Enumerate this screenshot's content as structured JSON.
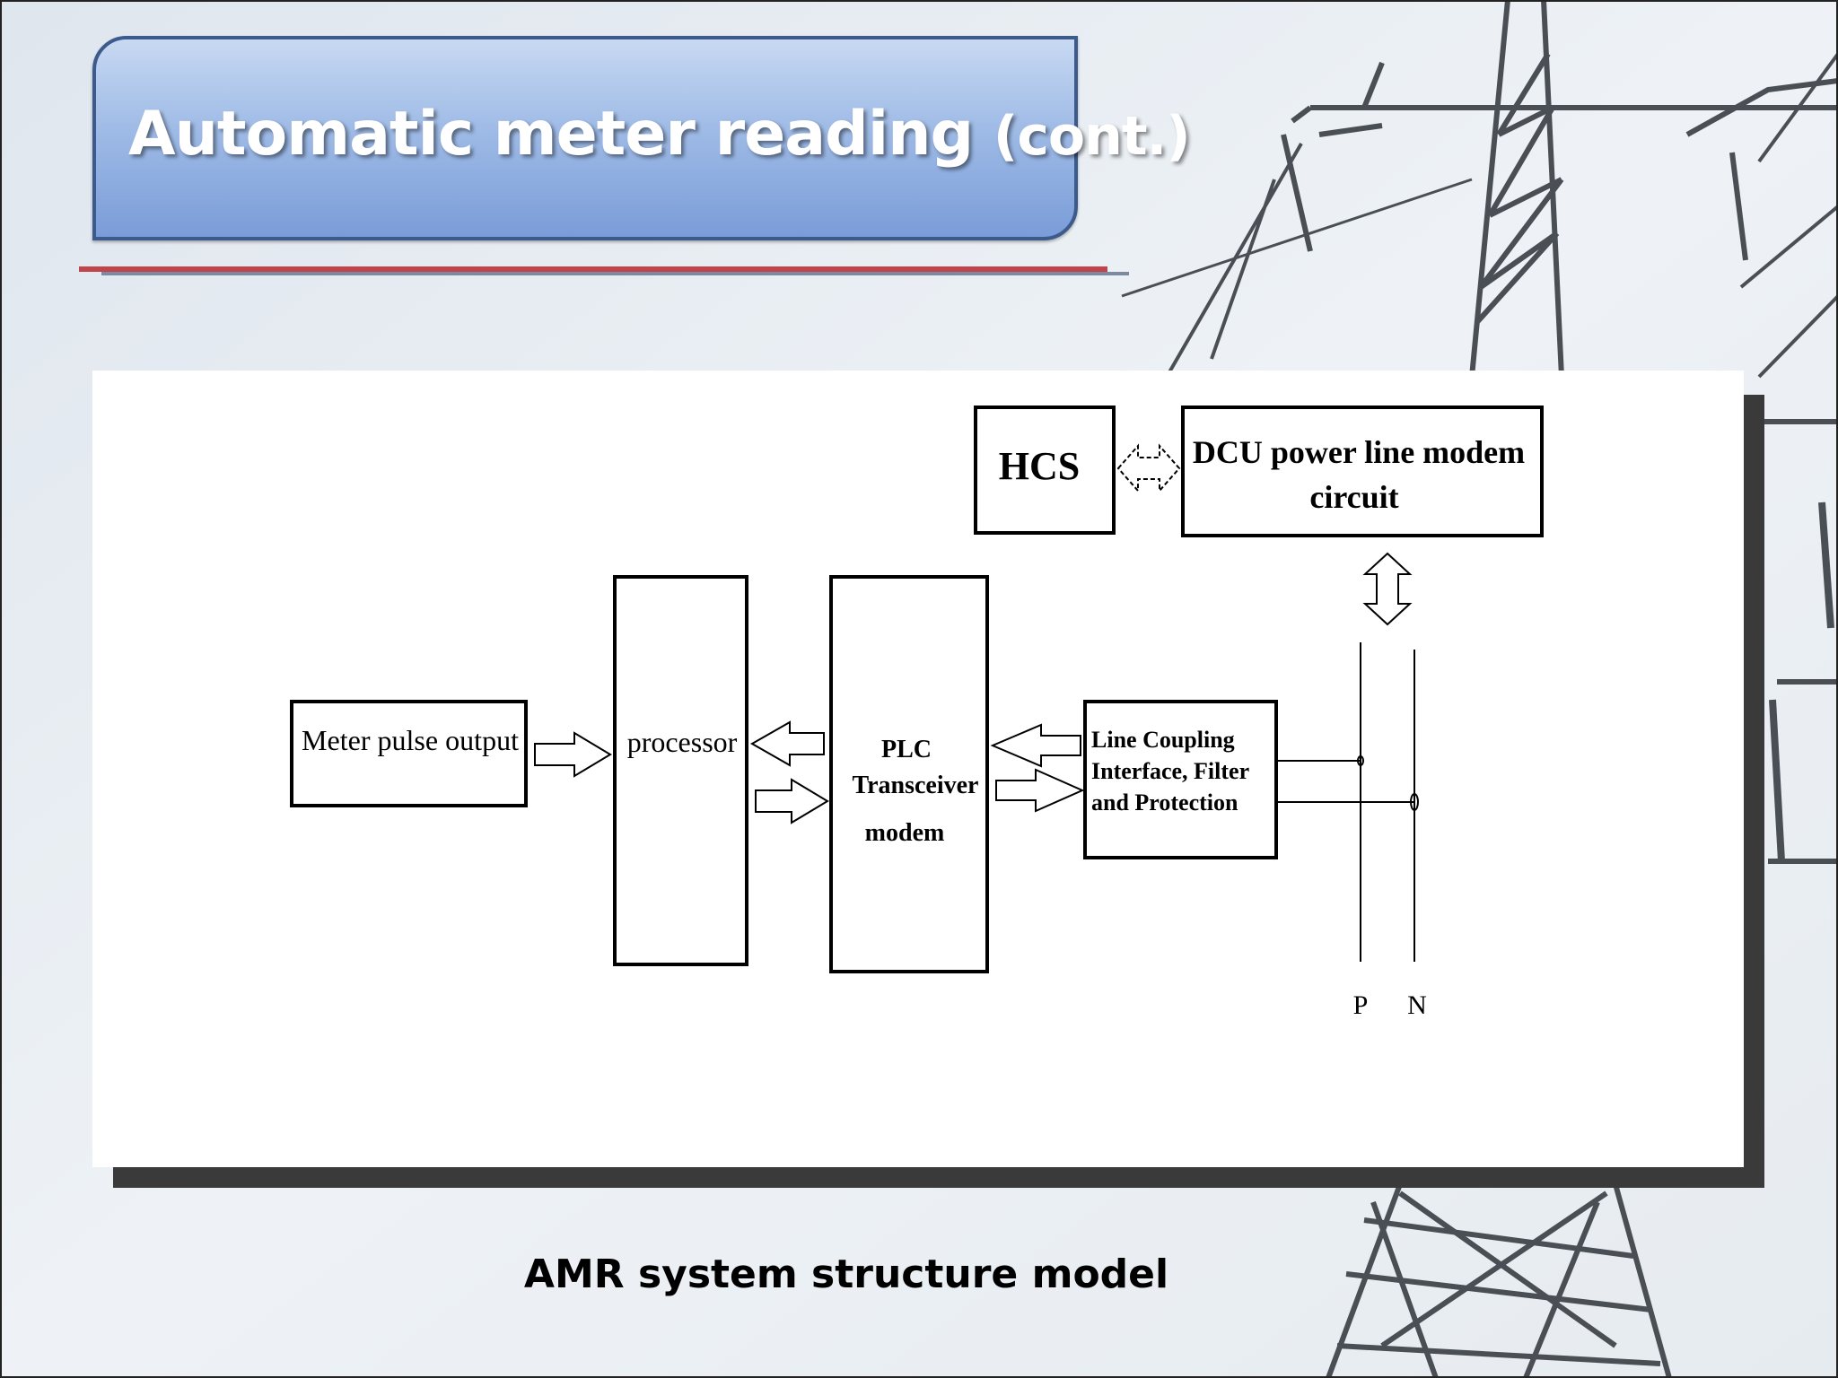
{
  "slide": {
    "title_main": "Automatic meter reading",
    "title_sub": "(cont.)",
    "caption": "AMR system structure model"
  },
  "diagram": {
    "blocks": {
      "hcs": "HCS",
      "dcu_line1": "DCU power line modem",
      "dcu_line2": "circuit",
      "meter": "Meter pulse output",
      "processor": "processor",
      "plc_line1": "PLC",
      "plc_line2": "Transceiver",
      "plc_line3": "modem",
      "coupling_line1": "Line Coupling",
      "coupling_line2": "Interface, Filter",
      "coupling_line3": "and Protection"
    },
    "lines": {
      "phase": "P",
      "neutral": "N"
    }
  },
  "colors": {
    "title_border": "#3d5a8c",
    "title_fill_top": "#c8d9f2",
    "title_fill_bottom": "#7a9cd8",
    "rule_red": "#c0444a",
    "rule_gray": "#7b8aa0",
    "panel_shadow": "#3a3a3a"
  }
}
